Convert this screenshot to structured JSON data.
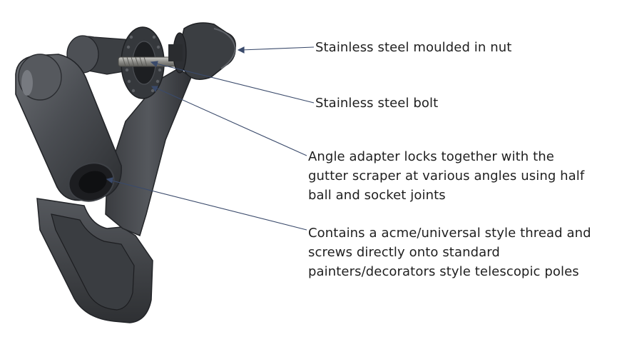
{
  "callouts": {
    "nut": {
      "lines": [
        "Stainless steel moulded in nut"
      ]
    },
    "bolt": {
      "lines": [
        "Stainless steel bolt"
      ]
    },
    "angle_adapter": {
      "lines": [
        "Angle adapter locks together with the",
        "gutter scraper at various angles using half",
        "ball and socket joints"
      ]
    },
    "thread": {
      "lines": [
        "Contains a acme/universal style thread and",
        "screws directly onto standard",
        "painters/decorators style telescopic poles"
      ]
    }
  },
  "colors": {
    "plastic_dark": "#2e3033",
    "plastic_mid": "#4a4d52",
    "plastic_light": "#6b6f75",
    "steel": "#9a9a96",
    "leader_line": "#3a4a6b"
  }
}
